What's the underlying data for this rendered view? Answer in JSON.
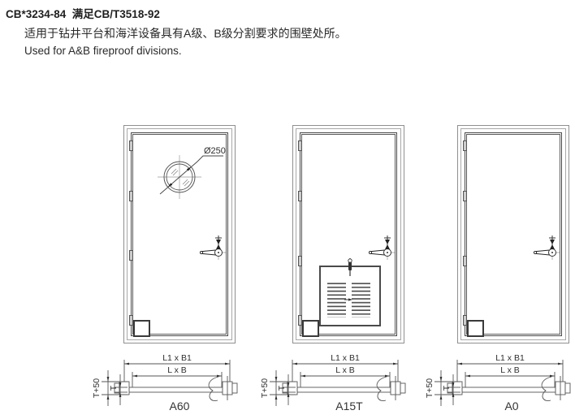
{
  "header": {
    "title": "CB*3234-84  满足CB/T3518-92",
    "desc_zh": "适用于钻井平台和海洋设备具有A级、B级分割要求的围壁处所。",
    "desc_en": "Used for A&B fireproof divisions."
  },
  "doors": [
    {
      "label": "A60",
      "feature": "porthole",
      "porthole_label": "Ø250"
    },
    {
      "label": "A15T",
      "feature": "louver"
    },
    {
      "label": "A0",
      "feature": "plain"
    }
  ],
  "dims": {
    "outer": "L1 x B1",
    "inner": "L x B",
    "t50": "T+50",
    "t": "T"
  },
  "colors": {
    "line": "#555555",
    "line_light": "#9a9a9a",
    "text": "#2a2a2a",
    "bg": "#ffffff"
  }
}
